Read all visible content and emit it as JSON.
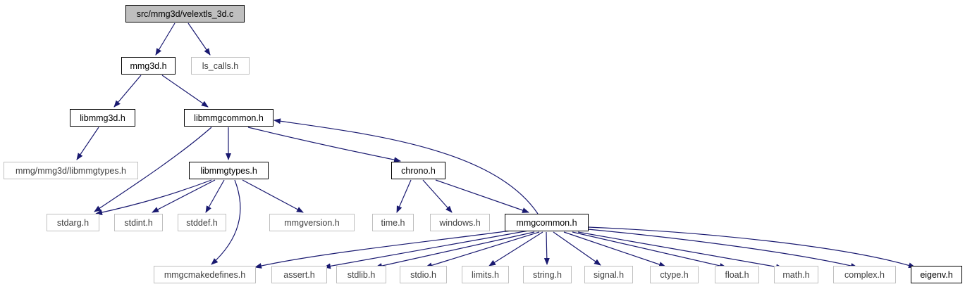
{
  "graph": {
    "colors": {
      "edge": "#191970",
      "box_border_documented": "#000000",
      "box_border_external": "#bfbfbf",
      "text_documented": "#000000",
      "text_external": "#404040",
      "root_fill": "#bfbfbf",
      "node_fill": "#ffffff"
    },
    "nodes": {
      "root": {
        "label": "src/mmg3d/velextls_3d.c",
        "kind": "root"
      },
      "mmg3d": {
        "label": "mmg3d.h",
        "kind": "documented"
      },
      "ls_calls": {
        "label": "ls_calls.h",
        "kind": "external"
      },
      "libmmg3d": {
        "label": "libmmg3d.h",
        "kind": "documented"
      },
      "libmmgcommon": {
        "label": "libmmgcommon.h",
        "kind": "documented"
      },
      "mmgtypes": {
        "label": "mmg/mmg3d/libmmgtypes.h",
        "kind": "external"
      },
      "libmmgtypes": {
        "label": "libmmgtypes.h",
        "kind": "documented"
      },
      "chrono": {
        "label": "chrono.h",
        "kind": "documented"
      },
      "stdarg": {
        "label": "stdarg.h",
        "kind": "external"
      },
      "stdint": {
        "label": "stdint.h",
        "kind": "external"
      },
      "stddef": {
        "label": "stddef.h",
        "kind": "external"
      },
      "mmgversion": {
        "label": "mmgversion.h",
        "kind": "external"
      },
      "time": {
        "label": "time.h",
        "kind": "external"
      },
      "windows": {
        "label": "windows.h",
        "kind": "external"
      },
      "mmgcommon": {
        "label": "mmgcommon.h",
        "kind": "documented"
      },
      "mmgcmake": {
        "label": "mmgcmakedefines.h",
        "kind": "external"
      },
      "assert": {
        "label": "assert.h",
        "kind": "external"
      },
      "stdlib": {
        "label": "stdlib.h",
        "kind": "external"
      },
      "stdio": {
        "label": "stdio.h",
        "kind": "external"
      },
      "limits": {
        "label": "limits.h",
        "kind": "external"
      },
      "string": {
        "label": "string.h",
        "kind": "external"
      },
      "signal": {
        "label": "signal.h",
        "kind": "external"
      },
      "ctype": {
        "label": "ctype.h",
        "kind": "external"
      },
      "float": {
        "label": "float.h",
        "kind": "external"
      },
      "math": {
        "label": "math.h",
        "kind": "external"
      },
      "complex": {
        "label": "complex.h",
        "kind": "external"
      },
      "eigenv": {
        "label": "eigenv.h",
        "kind": "documented"
      }
    },
    "edges": [
      {
        "from": "root",
        "to": "mmg3d"
      },
      {
        "from": "root",
        "to": "ls_calls"
      },
      {
        "from": "mmg3d",
        "to": "libmmg3d"
      },
      {
        "from": "mmg3d",
        "to": "libmmgcommon"
      },
      {
        "from": "libmmg3d",
        "to": "mmgtypes"
      },
      {
        "from": "libmmgcommon",
        "to": "stdarg"
      },
      {
        "from": "libmmgcommon",
        "to": "libmmgtypes"
      },
      {
        "from": "libmmgcommon",
        "to": "chrono"
      },
      {
        "from": "libmmgtypes",
        "to": "stdarg"
      },
      {
        "from": "libmmgtypes",
        "to": "stdint"
      },
      {
        "from": "libmmgtypes",
        "to": "stddef"
      },
      {
        "from": "libmmgtypes",
        "to": "mmgversion"
      },
      {
        "from": "libmmgtypes",
        "to": "mmgcmake"
      },
      {
        "from": "chrono",
        "to": "time"
      },
      {
        "from": "chrono",
        "to": "windows"
      },
      {
        "from": "chrono",
        "to": "mmgcommon"
      },
      {
        "from": "mmgcommon",
        "to": "libmmgcommon"
      },
      {
        "from": "mmgcommon",
        "to": "mmgcmake"
      },
      {
        "from": "mmgcommon",
        "to": "assert"
      },
      {
        "from": "mmgcommon",
        "to": "stdlib"
      },
      {
        "from": "mmgcommon",
        "to": "stdio"
      },
      {
        "from": "mmgcommon",
        "to": "limits"
      },
      {
        "from": "mmgcommon",
        "to": "string"
      },
      {
        "from": "mmgcommon",
        "to": "signal"
      },
      {
        "from": "mmgcommon",
        "to": "ctype"
      },
      {
        "from": "mmgcommon",
        "to": "float"
      },
      {
        "from": "mmgcommon",
        "to": "math"
      },
      {
        "from": "mmgcommon",
        "to": "complex"
      },
      {
        "from": "mmgcommon",
        "to": "eigenv"
      }
    ]
  }
}
